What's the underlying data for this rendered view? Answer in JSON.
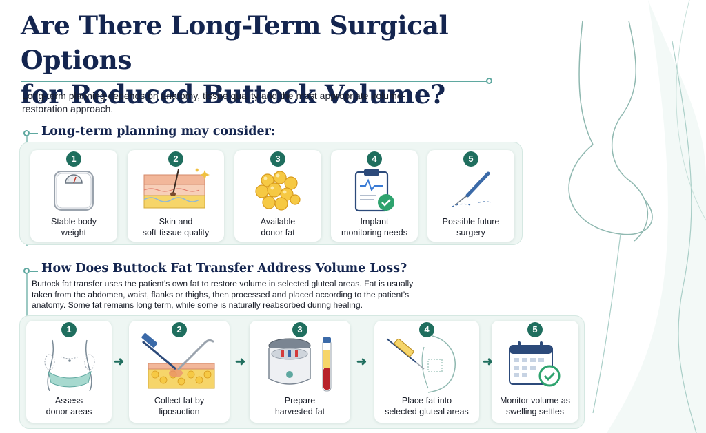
{
  "header": {
    "title_line1": "Are There Long-Term Surgical Options",
    "title_line2": "for Reduced Buttock Volume?",
    "subtitle": "Long-term planning depends on anatomy, tissue quality and the most appropriate volume-restoration approach."
  },
  "planning": {
    "heading": "Long-term planning may consider:",
    "items": [
      {
        "num": "1",
        "label": "Stable body\nweight",
        "icon": "scale-icon"
      },
      {
        "num": "2",
        "label": "Skin and\nsoft-tissue quality",
        "icon": "skin-layers-icon"
      },
      {
        "num": "3",
        "label": "Available\ndonor fat",
        "icon": "fat-cells-icon"
      },
      {
        "num": "4",
        "label": "Implant\nmonitoring needs",
        "icon": "clipboard-check-icon"
      },
      {
        "num": "5",
        "label": "Possible future\nsurgery",
        "icon": "scalpel-icon"
      }
    ]
  },
  "fat_transfer": {
    "heading": "How Does Buttock Fat Transfer Address Volume Loss?",
    "description": "Buttock fat transfer uses the patient’s own fat to restore volume in selected gluteal areas. Fat is usually taken from the abdomen, waist, flanks or thighs, then processed and placed according to the patient’s anatomy. Some fat remains long term, while some is naturally reabsorbed during healing.",
    "steps": [
      {
        "num": "1",
        "label": "Assess\ndonor areas",
        "icon": "torso-icon"
      },
      {
        "num": "2",
        "label": "Collect fat by\nliposuction",
        "icon": "liposuction-icon"
      },
      {
        "num": "3",
        "label": "Prepare\nharvested fat",
        "icon": "centrifuge-icon"
      },
      {
        "num": "4",
        "label": "Place fat into\nselected gluteal areas",
        "icon": "syringe-injection-icon"
      },
      {
        "num": "5",
        "label": "Monitor volume as\nswelling settles",
        "icon": "calendar-check-icon"
      }
    ]
  },
  "colors": {
    "title": "#14254f",
    "accent": "#1f6e5e",
    "line": "#5fa8a0",
    "panel": "#eef6f3"
  }
}
